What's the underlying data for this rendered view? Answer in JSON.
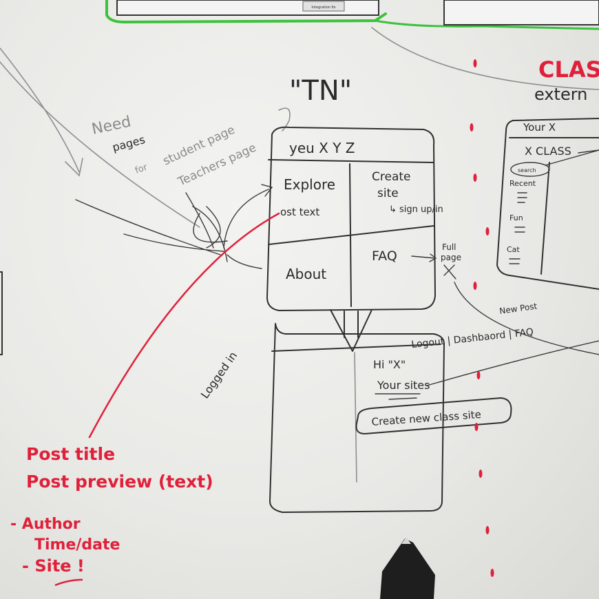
{
  "top_strip": {
    "button_label": "Integration fix"
  },
  "sketch": {
    "title": "\"TN\"",
    "need_note": [
      "Need",
      "pages",
      "for",
      "student page",
      "Teachers page"
    ],
    "main_frame": {
      "header": "yeu  X Y Z",
      "explore": "Explore",
      "post_text": "ost text",
      "create_site": [
        "Create",
        "site"
      ],
      "signup": "↳ sign up/in",
      "about": "About",
      "faq": "FAQ",
      "full_page": [
        "Full",
        "page"
      ]
    },
    "new_post": "New Post",
    "logged_in": "Logged in",
    "menu_line": "Logout | Dashbaord | FAQ",
    "greeting": "Hi \"X\"",
    "your_sites": "Your sites",
    "create_button": "Create new class site",
    "red_notes": [
      "Post title",
      "Post preview (text)",
      "- Author",
      "Time/date",
      "- Site !"
    ],
    "class_heading": "CLASS",
    "class_sub": "extern",
    "class_frame": {
      "header": "Your    X",
      "x_class": "X CLASS",
      "search": "search",
      "items": [
        "Recent",
        "Fun",
        "Cat"
      ]
    }
  }
}
